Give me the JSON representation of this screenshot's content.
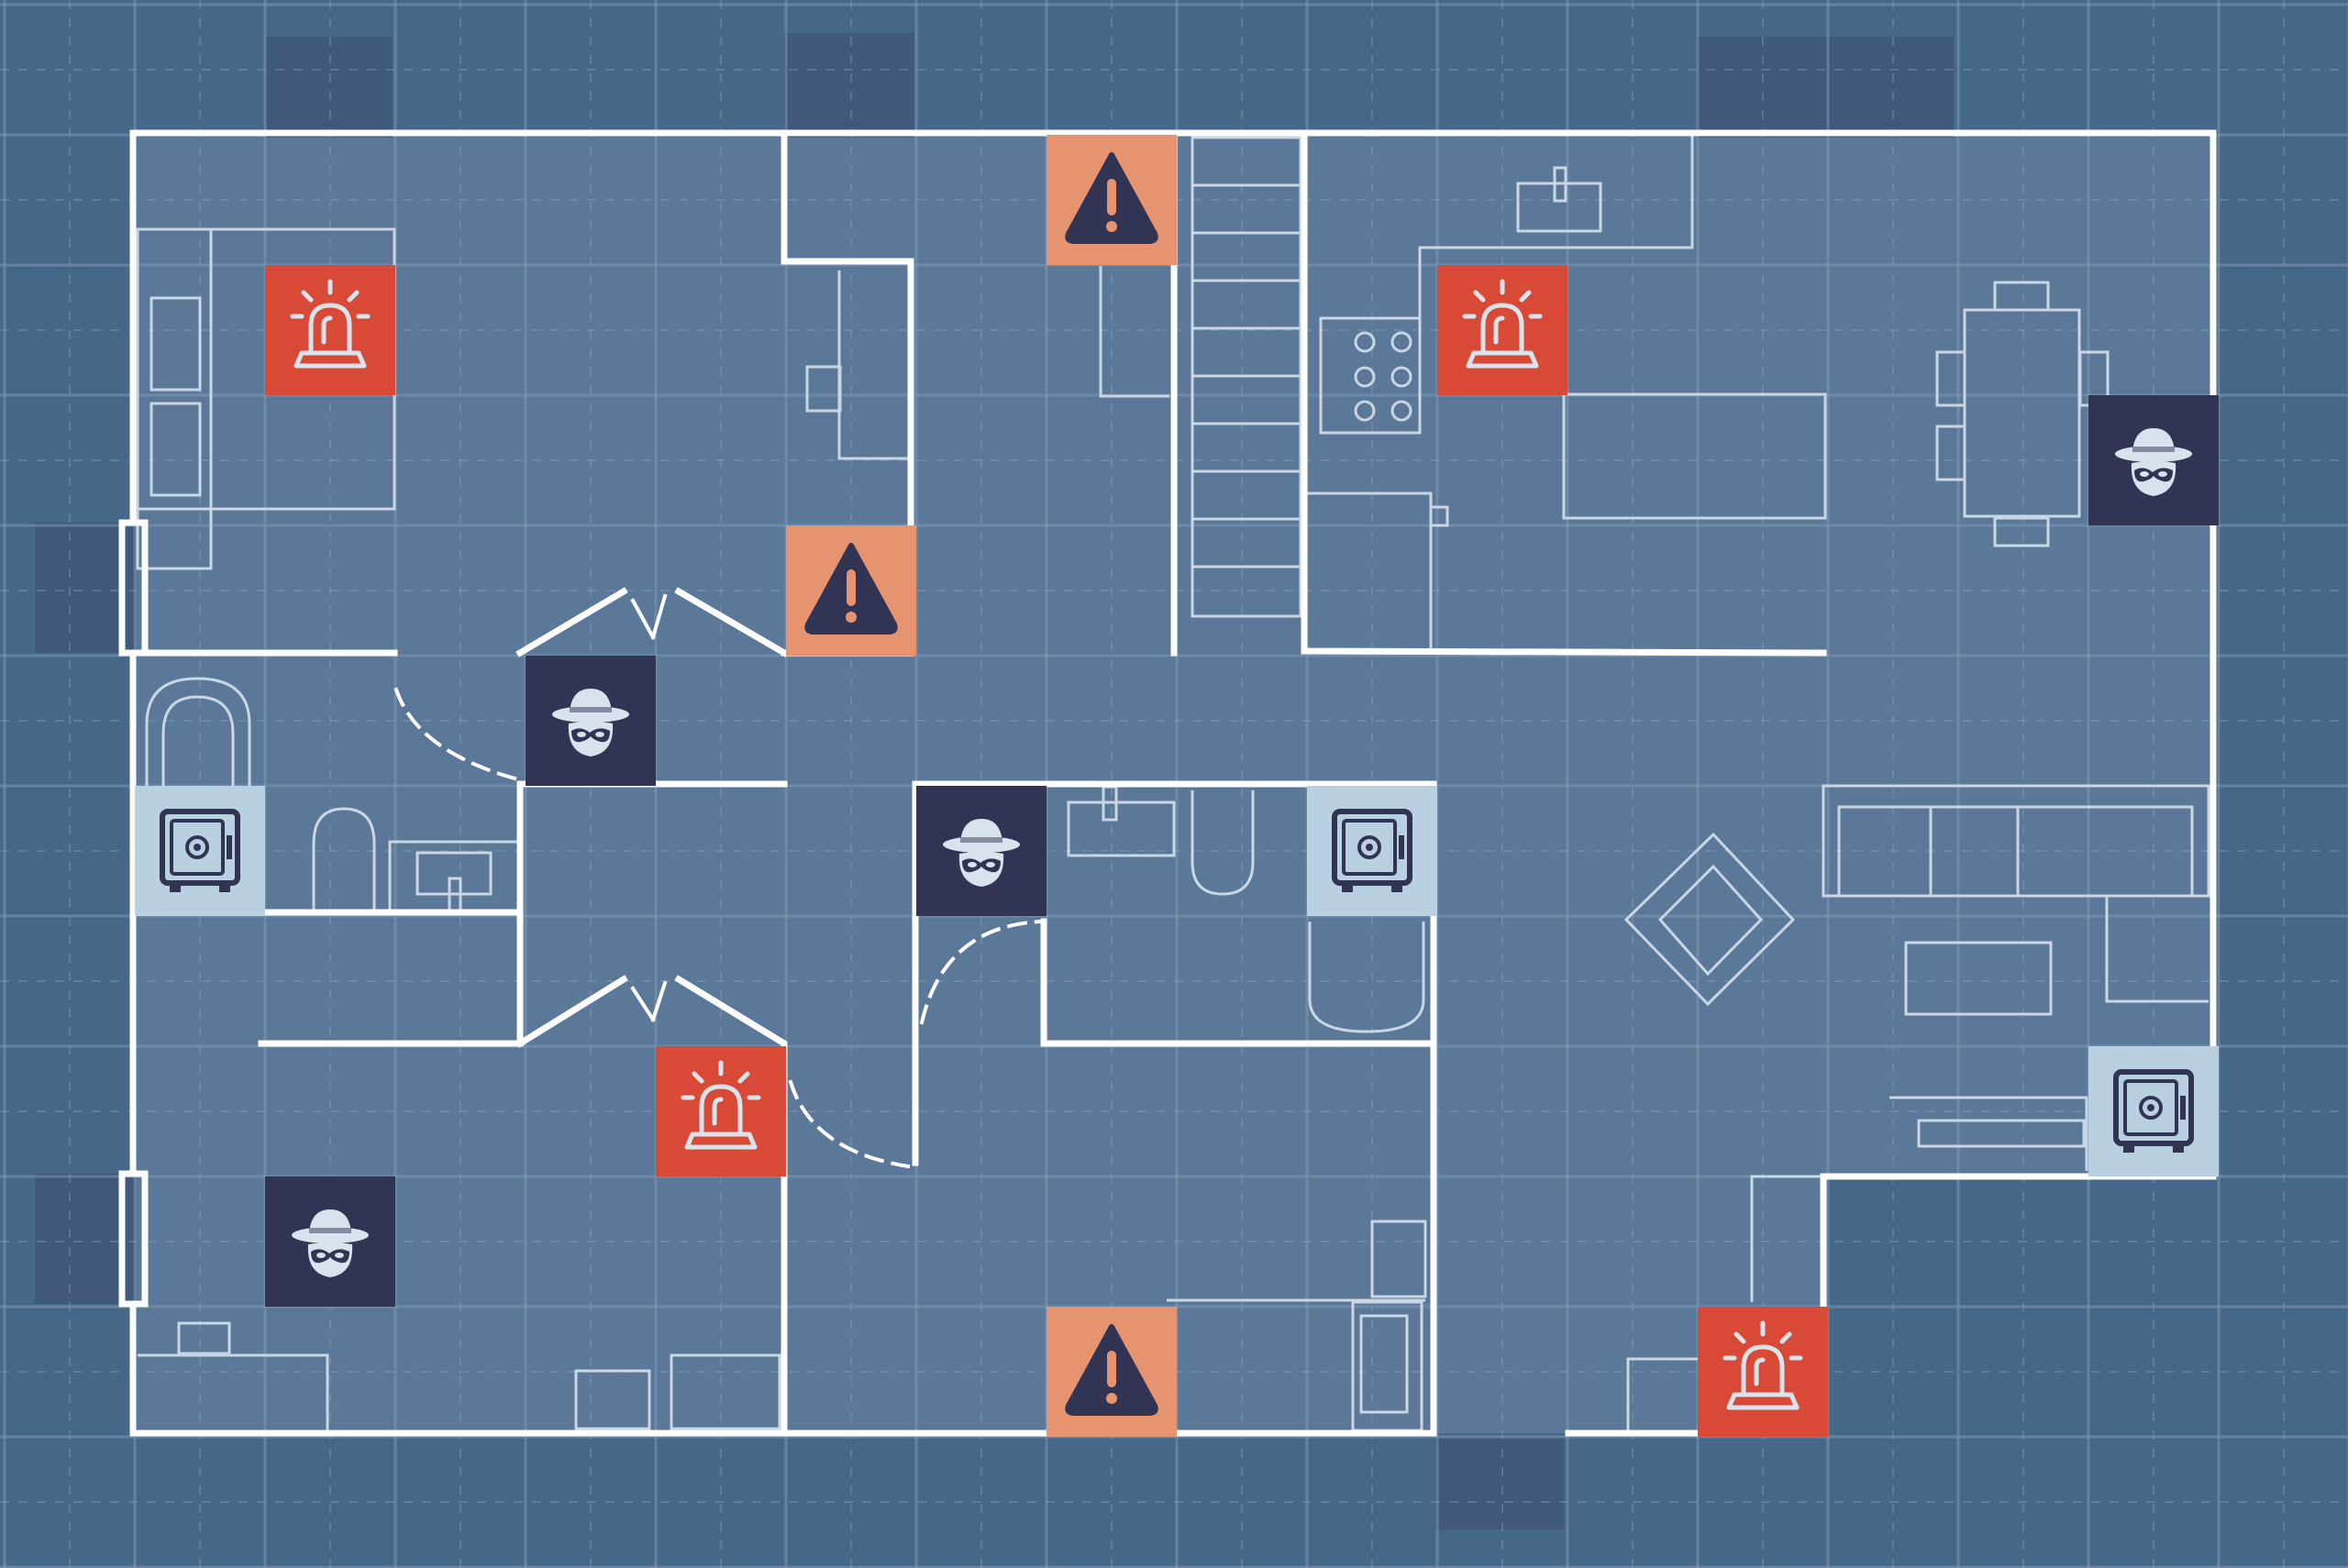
{
  "game": {
    "title": "",
    "colors": {
      "outside": "#466888",
      "floor": "#5b7899",
      "grid_line": "#7f99b5",
      "grid_dash": "#8ea6bf",
      "wall": "#ffffff",
      "furniture": "#c9d6e3",
      "window_shade": "#3f587c",
      "alarm": "#d94a36",
      "warning": "#e69470",
      "thief": "#323454",
      "safe": "#b8d0df",
      "icon_dark": "#323454",
      "icon_light": "#d8e3ee"
    },
    "grid": {
      "columns": 18,
      "rows": 12
    },
    "pieces": [
      {
        "type": "alarm",
        "icon": "siren-icon",
        "cell": [
          2,
          2
        ]
      },
      {
        "type": "warning",
        "icon": "warning-triangle-icon",
        "cell": [
          8,
          1
        ]
      },
      {
        "type": "warning",
        "icon": "warning-triangle-icon",
        "cell": [
          6,
          4
        ]
      },
      {
        "type": "alarm",
        "icon": "siren-icon",
        "cell": [
          11,
          2
        ]
      },
      {
        "type": "thief",
        "icon": "burglar-icon",
        "cell": [
          16,
          3
        ]
      },
      {
        "type": "thief",
        "icon": "burglar-icon",
        "cell": [
          4,
          5
        ]
      },
      {
        "type": "safe",
        "icon": "safe-icon",
        "cell": [
          1,
          6
        ]
      },
      {
        "type": "thief",
        "icon": "burglar-icon",
        "cell": [
          7,
          6
        ]
      },
      {
        "type": "safe",
        "icon": "safe-icon",
        "cell": [
          10,
          6
        ]
      },
      {
        "type": "alarm",
        "icon": "siren-icon",
        "cell": [
          5,
          8
        ]
      },
      {
        "type": "safe",
        "icon": "safe-icon",
        "cell": [
          16,
          8
        ]
      },
      {
        "type": "thief",
        "icon": "burglar-icon",
        "cell": [
          2,
          9
        ]
      },
      {
        "type": "warning",
        "icon": "warning-triangle-icon",
        "cell": [
          8,
          10
        ]
      },
      {
        "type": "alarm",
        "icon": "siren-icon",
        "cell": [
          13,
          10
        ]
      }
    ]
  }
}
